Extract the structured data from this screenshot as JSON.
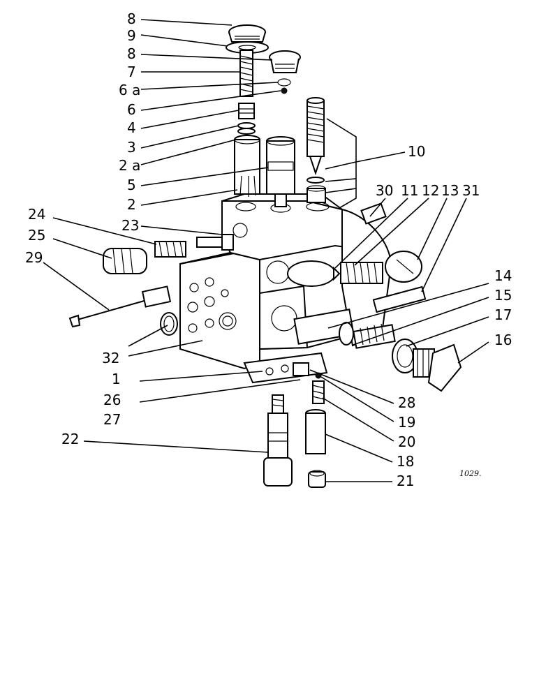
{
  "callouts": {
    "c8a": "8",
    "c9": "9",
    "c8b": "8",
    "c7": "7",
    "c6a": "6 a",
    "c6": "6",
    "c4": "4",
    "c3": "3",
    "c2a": "2 a",
    "c5": "5",
    "c2": "2",
    "c10": "10",
    "c30": "30",
    "c11": "11",
    "c12": "12",
    "c13": "13",
    "c31": "31",
    "c24": "24",
    "c23": "23",
    "c25": "25",
    "c29": "29",
    "c14": "14",
    "c15": "15",
    "c17": "17",
    "c16": "16",
    "c32": "32",
    "c1": "1",
    "c26": "26",
    "c28": "28",
    "c27": "27",
    "c19": "19",
    "c20": "20",
    "c22": "22",
    "c18": "18",
    "c21": "21"
  },
  "reference": "1029."
}
